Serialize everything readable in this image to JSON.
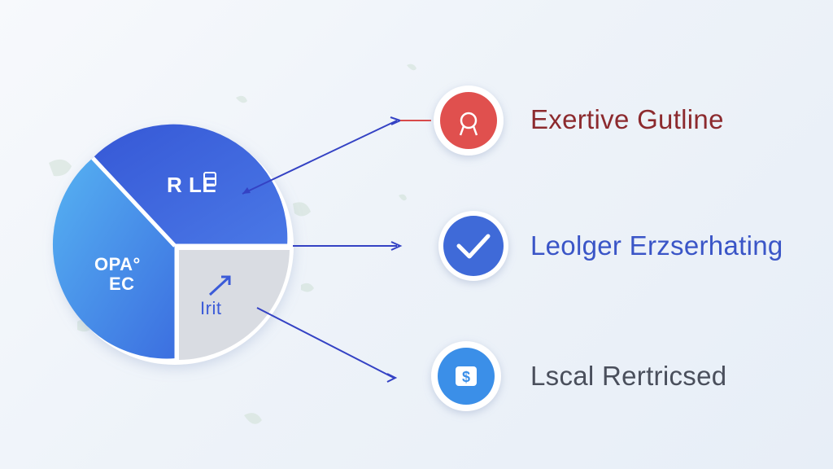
{
  "pie": {
    "slice_top_label": "R LE",
    "slice_left_label_line1": "OPA°",
    "slice_left_label_line2": "EC",
    "slice_bottom_label": "Irit"
  },
  "items": [
    {
      "label": "Exertive Gutline",
      "icon": "ribbon-icon",
      "color": "#e0504e",
      "text_color": "#8c2a2e"
    },
    {
      "label": "Leolger Erzserhating",
      "icon": "check-icon",
      "color": "#3f6ad8",
      "text_color": "#3a55c7"
    },
    {
      "label": "Lscal Rertricsed",
      "icon": "dollar-icon",
      "color": "#3b8fe8",
      "text_color": "#4a4f5c"
    }
  ],
  "colors": {
    "slice_top": "#3a5fd8",
    "slice_left": "#4a8fe8",
    "slice_bottom": "#d8dbe1",
    "connector": "#3442c4",
    "connector_red": "#d84a4a"
  }
}
